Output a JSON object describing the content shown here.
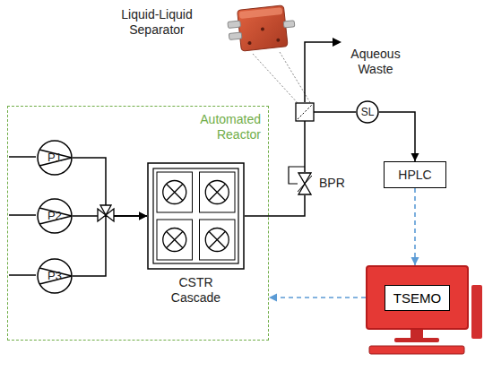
{
  "diagram": {
    "nodes": [
      {
        "text": [
          "Automated Reactor"
        ]
      },
      {
        "text": [
          "P1"
        ],
        "in": 0
      },
      {
        "text": [
          "P2"
        ],
        "in": 0
      },
      {
        "text": [
          "P3"
        ],
        "in": 0
      },
      {
        "text": [
          "CSTR Cascade"
        ],
        "in": 0
      },
      {
        "text": [
          "BPR"
        ]
      },
      {
        "text": [
          "SL"
        ]
      },
      {
        "text": [
          "HPLC"
        ]
      },
      {
        "text": [
          "TSEMO"
        ]
      }
    ],
    "edges": [
      {
        "from": 1,
        "to": 4,
        "arrow": "to"
      },
      {
        "from": 2,
        "to": 4,
        "arrow": "to"
      },
      {
        "from": 3,
        "to": 4,
        "arrow": "to"
      },
      {
        "from": 4,
        "to": 5,
        "arrow": "none"
      },
      {
        "from": 5,
        "to": 6,
        "arrow": "none"
      },
      {
        "from": 6,
        "to": 7,
        "arrow": "to"
      },
      {
        "from": 7,
        "to": 8,
        "arrow": "to"
      },
      {
        "from": 8,
        "to": 0,
        "arrow": "to"
      }
    ],
    "labels": [
      "Liquid-Liquid Separator",
      "Aqueous Waste"
    ]
  }
}
